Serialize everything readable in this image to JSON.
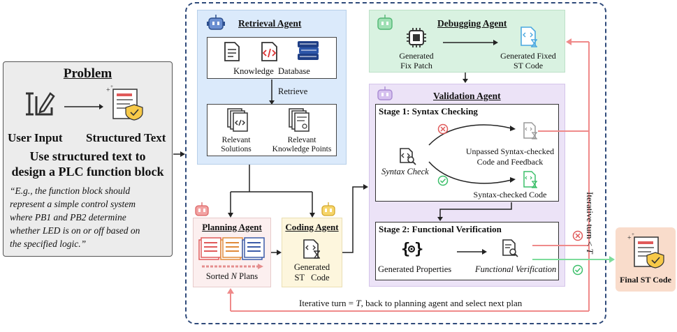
{
  "problem": {
    "title": "Problem",
    "user_input": "User Input",
    "structured_text": "Structured Text",
    "task_line1": "Use structured text to",
    "task_line2": "design a PLC function block",
    "example_lines": [
      "“E.g., the function block should",
      "represent a simple control system",
      "where PB1 and PB2 determine",
      "whether LED is on or off based on",
      "the specified logic.”"
    ]
  },
  "retrieval": {
    "title": "Retrieval Agent",
    "knowledge_db": "Knowledge  Database",
    "retrieve": "Retrieve",
    "sol_line1": "Relevant",
    "sol_line2": "Solutions",
    "kp_line1": "Relevant",
    "kp_line2": "Knowledge Points"
  },
  "planning": {
    "title": "Planning Agent",
    "sorted_prefix": "Sorted ",
    "sorted_n": "N",
    "sorted_suffix": " Plans"
  },
  "coding": {
    "title": "Coding Agent",
    "line1": "Generated",
    "line2": "ST   Code"
  },
  "debugging": {
    "title": "Debugging Agent",
    "patch_line1": "Generated",
    "patch_line2": "Fix Patch",
    "fixed_line1": "Generated Fixed",
    "fixed_line2": "ST Code"
  },
  "validation": {
    "title": "Validation Agent",
    "stage1": "Stage 1: Syntax Checking",
    "syntax_check": "Syntax Check",
    "unpassed_line1": "Unpassed Syntax-checked",
    "unpassed_line2": "Code and Feedback",
    "passed": "Syntax-checked Code",
    "stage2": "Stage 2: Functional Verification",
    "gen_props": "Generated Properties",
    "func_verif": "Functional Verification"
  },
  "iter_right_prefix": "Iterative turn < ",
  "iter_right_T": "T",
  "iter_bottom_prefix": "Iterative turn = ",
  "iter_bottom_T": "T",
  "iter_bottom_suffix": ", back to planning agent and select next plan",
  "final": "Final ST Code",
  "colors": {
    "retrieval_bg": "#dbeafb",
    "debugging_bg": "#d9f2e1",
    "validation_bg": "#ece3f7",
    "planning_bg": "#fcefef",
    "coding_bg": "#fdf6dd",
    "problem_bg": "#ececec",
    "final_bg": "#f9dccb",
    "red": "#ef7b7b",
    "green": "#5fd28a",
    "dashed_border": "#2f4a7a"
  }
}
